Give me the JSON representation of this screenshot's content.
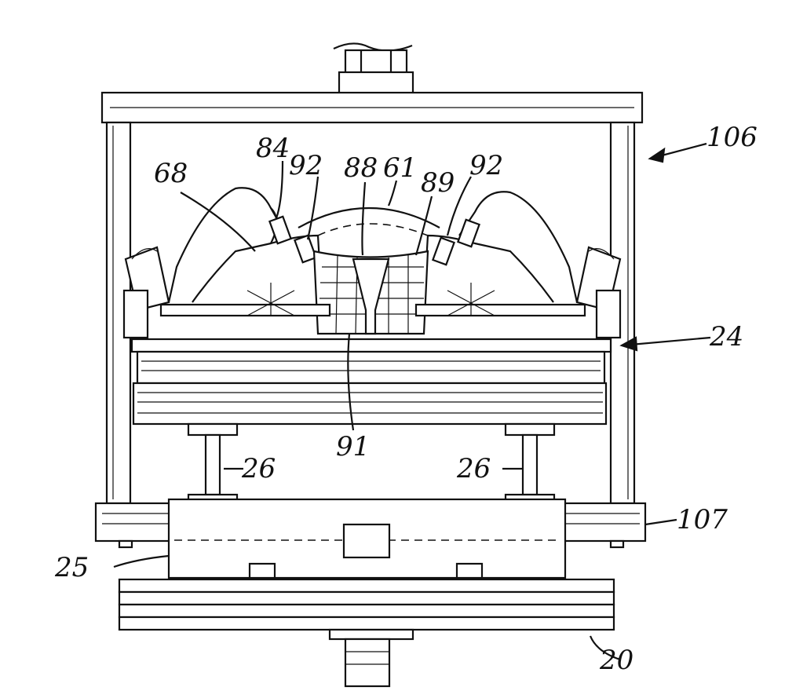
{
  "figure": {
    "reference_numerals": [
      {
        "id": "68",
        "text": "68"
      },
      {
        "id": "84",
        "text": "84"
      },
      {
        "id": "92a",
        "text": "92"
      },
      {
        "id": "88",
        "text": "88"
      },
      {
        "id": "61",
        "text": "61"
      },
      {
        "id": "89",
        "text": "89"
      },
      {
        "id": "92b",
        "text": "92"
      },
      {
        "id": "106",
        "text": "106"
      },
      {
        "id": "24",
        "text": "24"
      },
      {
        "id": "91",
        "text": "91"
      },
      {
        "id": "26a",
        "text": "26"
      },
      {
        "id": "26b",
        "text": "26"
      },
      {
        "id": "107",
        "text": "107"
      },
      {
        "id": "25",
        "text": "25"
      },
      {
        "id": "20",
        "text": "20"
      }
    ]
  }
}
